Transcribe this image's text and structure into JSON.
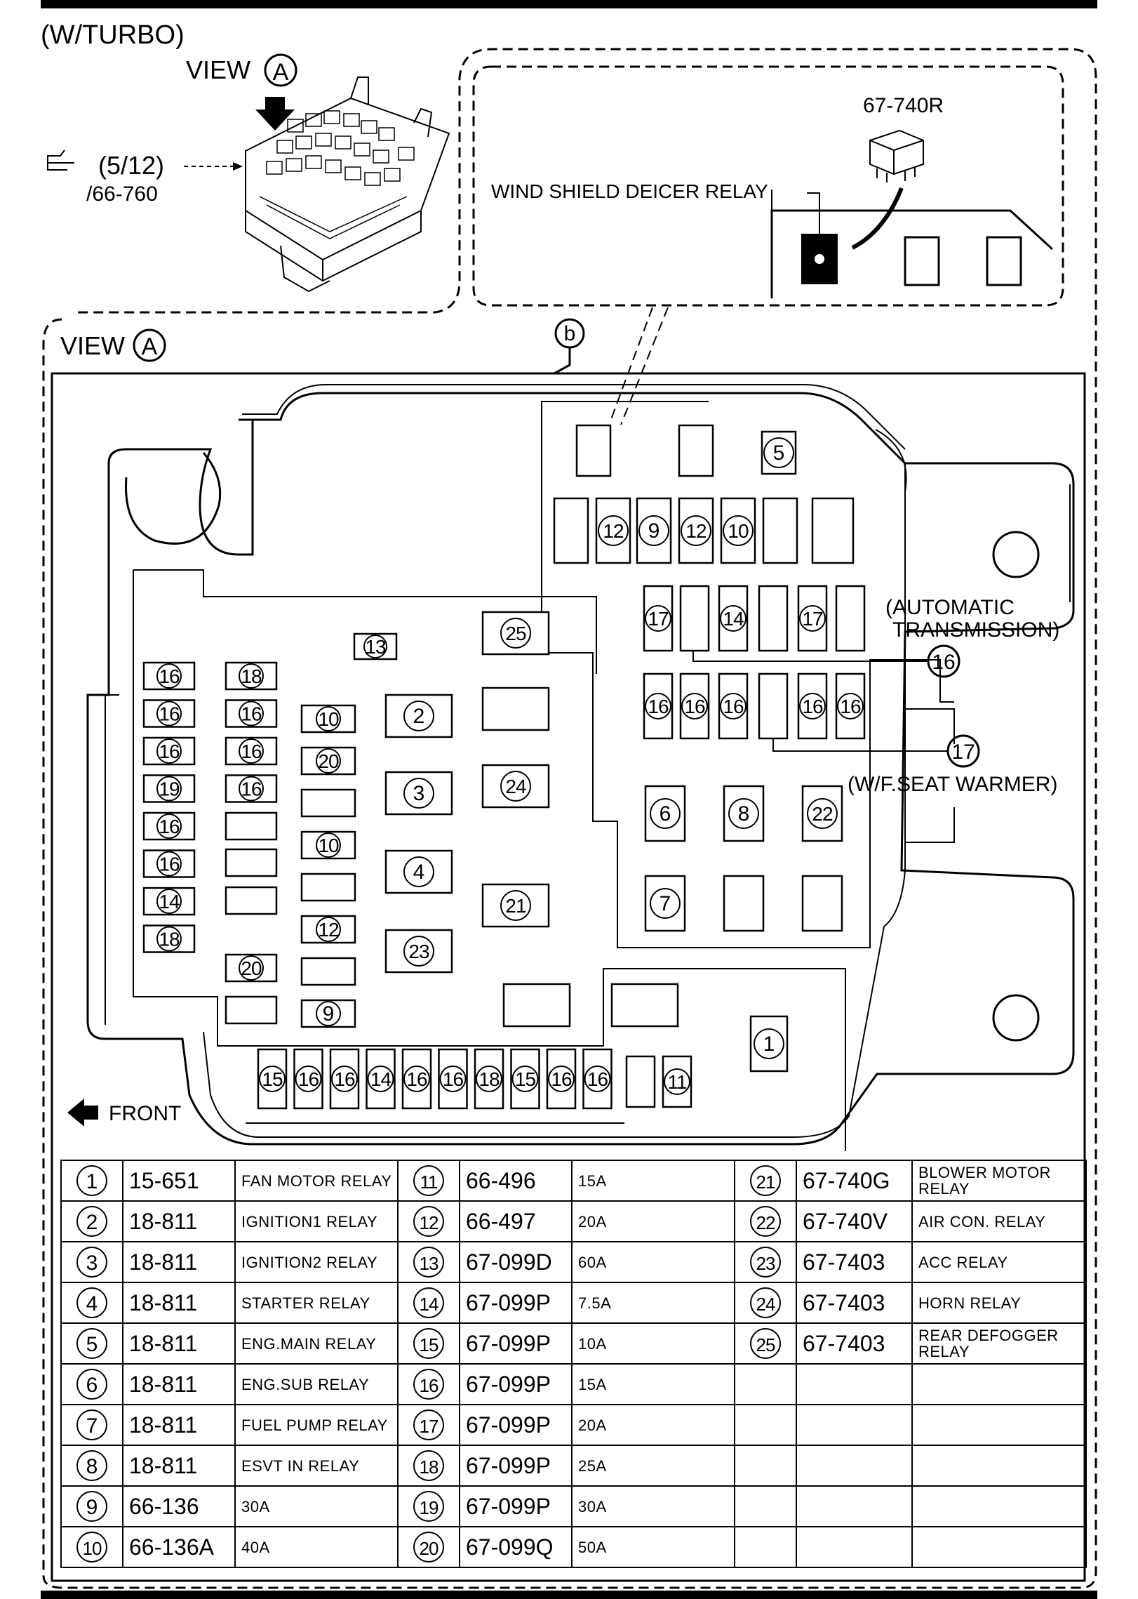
{
  "header": {
    "variant": "(W/TURBO)",
    "view_label": "VIEW",
    "view_ref": "A",
    "page_ref": "(5/12)",
    "ref_num": "/66-760"
  },
  "inset": {
    "part_number": "67-740R",
    "relay_name": "WIND SHIELD DEICER RELAY"
  },
  "view_a": {
    "title": "VIEW",
    "ref": "A",
    "callout_b": "b",
    "note_auto_1": "(AUTOMATIC",
    "note_auto_2": "TRANSMISSION)",
    "callout_16": "16",
    "callout_17": "17",
    "note_seat": "(W/F.SEAT WARMER)",
    "front_label": "FRONT"
  },
  "slots": {
    "r_top_5": "5",
    "r_row2": [
      "12",
      "9",
      "12",
      "10"
    ],
    "r_row3": [
      "17",
      "14",
      "17"
    ],
    "r_row4": [
      "16",
      "16",
      "16",
      "16",
      "16"
    ],
    "r_6": "6",
    "r_8": "8",
    "r_22": "22",
    "r_7": "7",
    "l_col1": [
      "16",
      "16",
      "16",
      "19",
      "16",
      "16",
      "14",
      "18"
    ],
    "l_col2": [
      "18",
      "16",
      "16",
      "16"
    ],
    "l_20": "20",
    "l_col3": [
      "10",
      "20",
      "10",
      "12",
      "9"
    ],
    "relay_13": "13",
    "relay_2": "2",
    "relay_3": "3",
    "relay_4": "4",
    "relay_23": "23",
    "relay_25": "25",
    "relay_24": "24",
    "relay_21": "21",
    "relay_1": "1",
    "bottom_row": [
      "15",
      "16",
      "16",
      "14",
      "16",
      "16",
      "18",
      "15",
      "16",
      "16"
    ],
    "bottom_11": "11"
  },
  "parts_table": [
    [
      {
        "n": "1",
        "p": "15-651",
        "d": "FAN MOTOR RELAY"
      },
      {
        "n": "11",
        "p": "66-496",
        "d": "15A"
      },
      {
        "n": "21",
        "p": "67-740G",
        "d": "BLOWER MOTOR RELAY"
      }
    ],
    [
      {
        "n": "2",
        "p": "18-811",
        "d": "IGNITION1 RELAY"
      },
      {
        "n": "12",
        "p": "66-497",
        "d": "20A"
      },
      {
        "n": "22",
        "p": "67-740V",
        "d": "AIR CON. RELAY"
      }
    ],
    [
      {
        "n": "3",
        "p": "18-811",
        "d": "IGNITION2 RELAY"
      },
      {
        "n": "13",
        "p": "67-099D",
        "d": "60A"
      },
      {
        "n": "23",
        "p": "67-7403",
        "d": "ACC RELAY"
      }
    ],
    [
      {
        "n": "4",
        "p": "18-811",
        "d": "STARTER RELAY"
      },
      {
        "n": "14",
        "p": "67-099P",
        "d": "7.5A"
      },
      {
        "n": "24",
        "p": "67-7403",
        "d": "HORN RELAY"
      }
    ],
    [
      {
        "n": "5",
        "p": "18-811",
        "d": "ENG.MAIN RELAY"
      },
      {
        "n": "15",
        "p": "67-099P",
        "d": "10A"
      },
      {
        "n": "25",
        "p": "67-7403",
        "d": "REAR DEFOGGER RELAY"
      }
    ],
    [
      {
        "n": "6",
        "p": "18-811",
        "d": "ENG.SUB RELAY"
      },
      {
        "n": "16",
        "p": "67-099P",
        "d": "15A"
      },
      {
        "n": "",
        "p": "",
        "d": ""
      }
    ],
    [
      {
        "n": "7",
        "p": "18-811",
        "d": "FUEL PUMP RELAY"
      },
      {
        "n": "17",
        "p": "67-099P",
        "d": "20A"
      },
      {
        "n": "",
        "p": "",
        "d": ""
      }
    ],
    [
      {
        "n": "8",
        "p": "18-811",
        "d": "ESVT IN RELAY"
      },
      {
        "n": "18",
        "p": "67-099P",
        "d": "25A"
      },
      {
        "n": "",
        "p": "",
        "d": ""
      }
    ],
    [
      {
        "n": "9",
        "p": "66-136",
        "d": "30A"
      },
      {
        "n": "19",
        "p": "67-099P",
        "d": "30A"
      },
      {
        "n": "",
        "p": "",
        "d": ""
      }
    ],
    [
      {
        "n": "10",
        "p": "66-136A",
        "d": "40A"
      },
      {
        "n": "20",
        "p": "67-099Q",
        "d": "50A"
      },
      {
        "n": "",
        "p": "",
        "d": ""
      }
    ]
  ]
}
